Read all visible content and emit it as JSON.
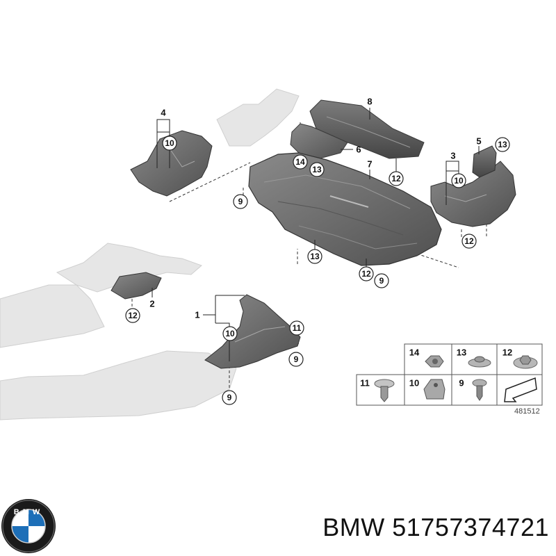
{
  "diagram": {
    "part_labels": [
      "1",
      "2",
      "3",
      "4",
      "5",
      "6",
      "7",
      "8"
    ],
    "callouts": [
      "9",
      "10",
      "11",
      "12",
      "13",
      "14"
    ],
    "reference_number": "481512",
    "legend": [
      {
        "number": "14",
        "icon": "hex-nut-icon"
      },
      {
        "number": "13",
        "icon": "flange-nut-icon"
      },
      {
        "number": "12",
        "icon": "collar-nut-icon"
      },
      {
        "number": "11",
        "icon": "expanding-rivet-icon"
      },
      {
        "number": "10",
        "icon": "clip-nut-icon"
      },
      {
        "number": "9",
        "icon": "screw-icon"
      },
      {
        "number": "",
        "icon": "direction-arrow-icon"
      }
    ]
  },
  "logo": {
    "name": "bmw-logo",
    "letters": "BMW"
  },
  "caption": {
    "text": "BMW 51757374721"
  },
  "colors": {
    "part_fill": "#6e6e6e",
    "part_dark": "#4a4a4a",
    "ghost_fill": "#e2e2e2",
    "bmw_blue": "#1d6fb8"
  }
}
